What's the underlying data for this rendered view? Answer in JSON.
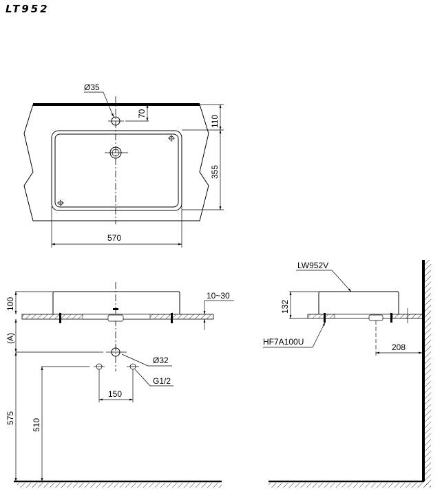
{
  "title": "LT952",
  "top_view": {
    "hole_diameter": "Ø35",
    "hole_offset": "70",
    "edge_to_bowl": "110",
    "bowl_depth": "355",
    "bowl_width": "570"
  },
  "front_view": {
    "basin_height": "100",
    "counter_thickness": "10~30",
    "height_a": "(A)",
    "drain_height": "575",
    "supply_height": "510",
    "drain_diameter": "Ø32",
    "supply_thread": "G1/2",
    "supply_spacing": "150"
  },
  "side_view": {
    "basin_model": "LW952V",
    "basin_height": "132",
    "fixing_kit": "HF7A100U",
    "wall_to_drain": "208"
  }
}
